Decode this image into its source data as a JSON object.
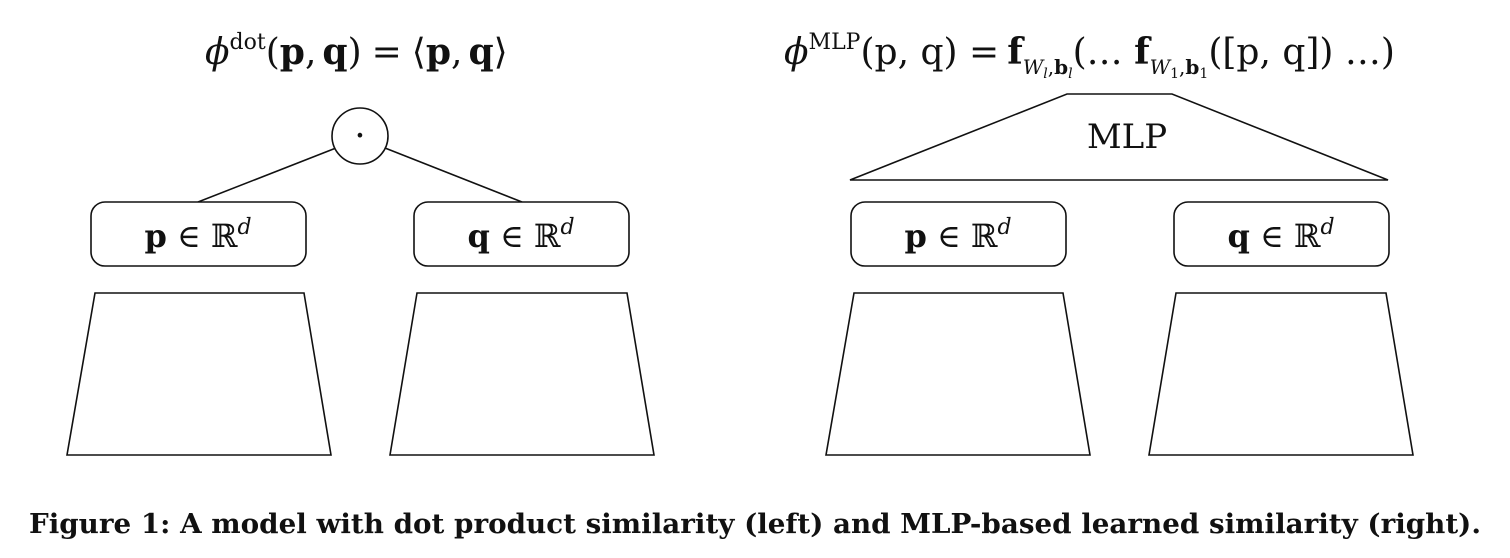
{
  "left_panel": {
    "formula": {
      "phi": "ϕ",
      "superscript": "dot",
      "open_paren": "(",
      "p": "p",
      "comma": ",",
      "q": "q",
      "close_paren": ")",
      "equals": "=",
      "langle": "⟨",
      "rangle": "⟩"
    },
    "operator_symbol": "·",
    "boxes": [
      {
        "vec": "p",
        "rest": " ∈ ℝ",
        "exp": "d"
      },
      {
        "vec": "q",
        "rest": " ∈ ℝ",
        "exp": "d"
      }
    ]
  },
  "right_panel": {
    "formula": {
      "phi": "ϕ",
      "superscript": "MLP",
      "args": "(p, q) =",
      "f": "f",
      "sub_l_W": "W",
      "sub_l_l": "l",
      "sub_l_b": "b",
      "mid": "(… ",
      "sub_1_W": "W",
      "sub_1_1": "1",
      "sub_1_b": "b",
      "inner": "([p, q]) …)"
    },
    "mlp_label": "MLP",
    "boxes": [
      {
        "vec": "p",
        "rest": " ∈ ℝ",
        "exp": "d"
      },
      {
        "vec": "q",
        "rest": " ∈ ℝ",
        "exp": "d"
      }
    ]
  },
  "caption": "Figure 1: A model with dot product similarity (left) and MLP-based learned similarity (right)."
}
